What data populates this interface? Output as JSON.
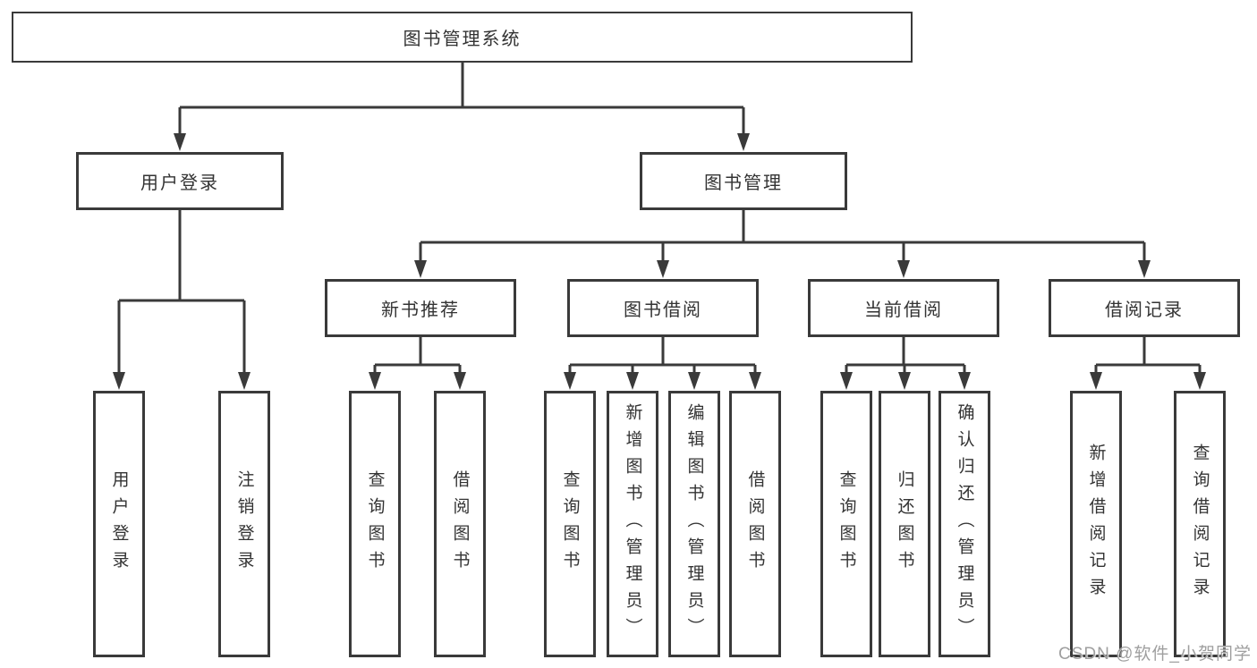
{
  "tree": {
    "label": "图书管理系统",
    "children": [
      {
        "label": "用户登录",
        "children": [
          {
            "label": "用户登录"
          },
          {
            "label": "注销登录"
          }
        ]
      },
      {
        "label": "图书管理",
        "children": [
          {
            "label": "新书推荐",
            "children": [
              {
                "label": "查询图书"
              },
              {
                "label": "借阅图书"
              }
            ]
          },
          {
            "label": "图书借阅",
            "children": [
              {
                "label": "查询图书"
              },
              {
                "label": "新增图书（管理员）"
              },
              {
                "label": "编辑图书（管理员）"
              },
              {
                "label": "借阅图书"
              }
            ]
          },
          {
            "label": "当前借阅",
            "children": [
              {
                "label": "查询图书"
              },
              {
                "label": "归还图书"
              },
              {
                "label": "确认归还（管理员）"
              }
            ]
          },
          {
            "label": "借阅记录",
            "children": [
              {
                "label": "新增借阅记录"
              },
              {
                "label": "查询借阅记录"
              }
            ]
          }
        ]
      }
    ]
  },
  "watermark": {
    "text": "CSDN @软件_小贺同学"
  },
  "colors": {
    "line": "#3a3a3a",
    "box_border": "#3a3a3a",
    "text": "#333333",
    "background": "#ffffff",
    "watermark": "#9f9f9f"
  }
}
